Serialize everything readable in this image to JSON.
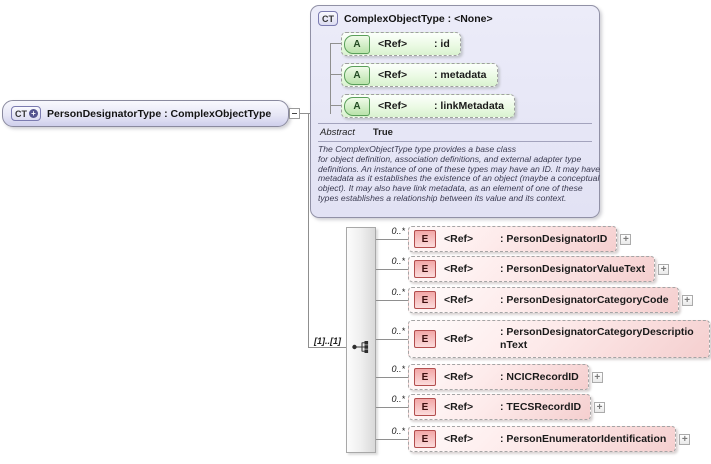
{
  "root_box": {
    "badge": "CT",
    "label": "PersonDesignatorType : ComplexObjectType"
  },
  "base_box": {
    "badge": "CT",
    "title": "ComplexObjectType : <None>",
    "attributes": [
      {
        "badge": "A",
        "ref": "<Ref>",
        "name": ": id"
      },
      {
        "badge": "A",
        "ref": "<Ref>",
        "name": ": metadata"
      },
      {
        "badge": "A",
        "ref": "<Ref>",
        "name": ": linkMetadata"
      }
    ],
    "abstract": {
      "label": "Abstract",
      "value": "True"
    },
    "description": "The ComplexObjectType type provides a base class\nfor object definition, association definitions, and external adapter type definitions. An instance of one of these types may have an ID. It may have metadata as it establishes the existence of an object (maybe a conceptual object). It may also have link metadata, as an element of one of these types establishes a relationship between its value and its context."
  },
  "sequence": {
    "cardinality": "[1]..[1]"
  },
  "elements": [
    {
      "cardinality": "0..*",
      "badge": "E",
      "ref": "<Ref>",
      "name": ": PersonDesignatorID"
    },
    {
      "cardinality": "0..*",
      "badge": "E",
      "ref": "<Ref>",
      "name": ": PersonDesignatorValueText"
    },
    {
      "cardinality": "0..*",
      "badge": "E",
      "ref": "<Ref>",
      "name": ": PersonDesignatorCategoryCode"
    },
    {
      "cardinality": "0..*",
      "badge": "E",
      "ref": "<Ref>",
      "name": ": PersonDesignatorCategoryDescriptionText"
    },
    {
      "cardinality": "0..*",
      "badge": "E",
      "ref": "<Ref>",
      "name": ": NCICRecordID"
    },
    {
      "cardinality": "0..*",
      "badge": "E",
      "ref": "<Ref>",
      "name": ": TECSRecordID"
    },
    {
      "cardinality": "0..*",
      "badge": "E",
      "ref": "<Ref>",
      "name": ": PersonEnumeratorIdentification"
    }
  ],
  "icons": {
    "circle_plus": "+",
    "expand_plus": "+"
  },
  "colors": {
    "lavender_fill": "#e4e4f5",
    "attribute_green": "#d9f2d0",
    "element_pink": "#f5cfcf",
    "badge_green_border": "#5a9f5a",
    "badge_red_border": "#b24d4d",
    "connector_line": "#8f8f8f"
  }
}
